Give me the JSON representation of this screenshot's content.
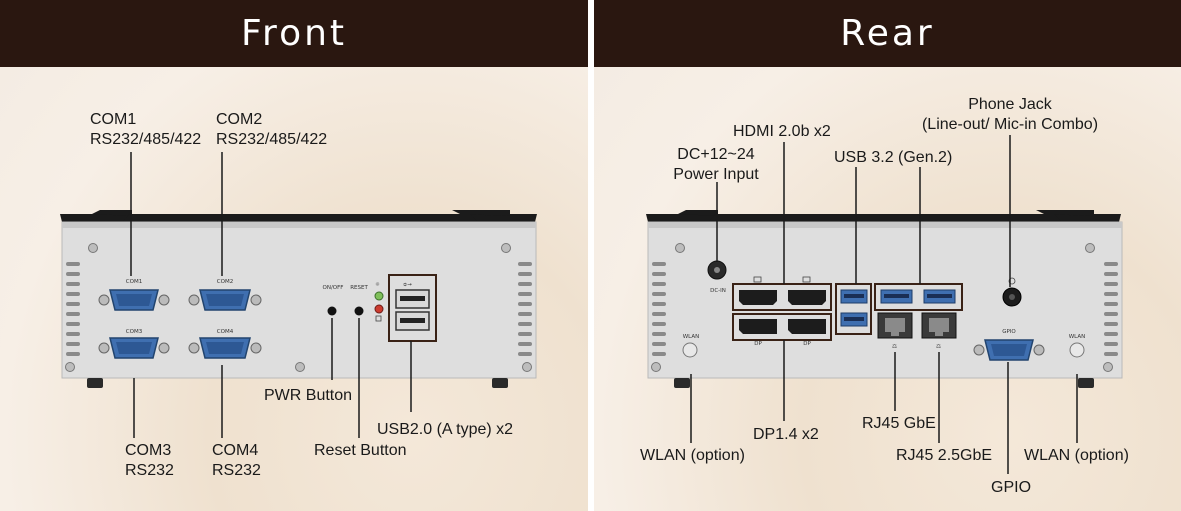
{
  "front": {
    "title": "Front",
    "panel_labels": {
      "com1": "COM1",
      "com2": "COM2",
      "com3": "COM3",
      "com4": "COM4",
      "onoff": "ON/OFF",
      "reset": "RESET"
    },
    "callouts": {
      "com1_name": "COM1",
      "com1_spec": "RS232/485/422",
      "com2_name": "COM2",
      "com2_spec": "RS232/485/422",
      "com3_name": "COM3",
      "com3_spec": "RS232",
      "com4_name": "COM4",
      "com4_spec": "RS232",
      "pwr": "PWR Button",
      "reset": "Reset Button",
      "usb": "USB2.0 (A type) x2"
    }
  },
  "rear": {
    "title": "Rear",
    "panel_labels": {
      "dcin": "DC-IN",
      "wlan_left": "WLAN",
      "wlan_right": "WLAN",
      "gpio": "GPIO",
      "dp_left": "DP",
      "dp_right": "DP"
    },
    "callouts": {
      "dc_line1": "DC+12~24",
      "dc_line2": "Power Input",
      "hdmi": "HDMI 2.0b x2",
      "usb32": "USB 3.2 (Gen.2)",
      "phone_line1": "Phone Jack",
      "phone_line2": "(Line-out/ Mic-in Combo)",
      "wlan_left": "WLAN (option)",
      "dp": "DP1.4 x2",
      "rj45_gbe": "RJ45 GbE",
      "rj45_25": "RJ45 2.5GbE",
      "wlan_right": "WLAN (option)",
      "gpio": "GPIO"
    }
  },
  "colors": {
    "header_bg": "#2a1710",
    "chassis": "#dcdcdc",
    "heatsink": "#1b1b1b",
    "port_blue": "#3f6fb0",
    "highlight_box": "#3a2216"
  }
}
